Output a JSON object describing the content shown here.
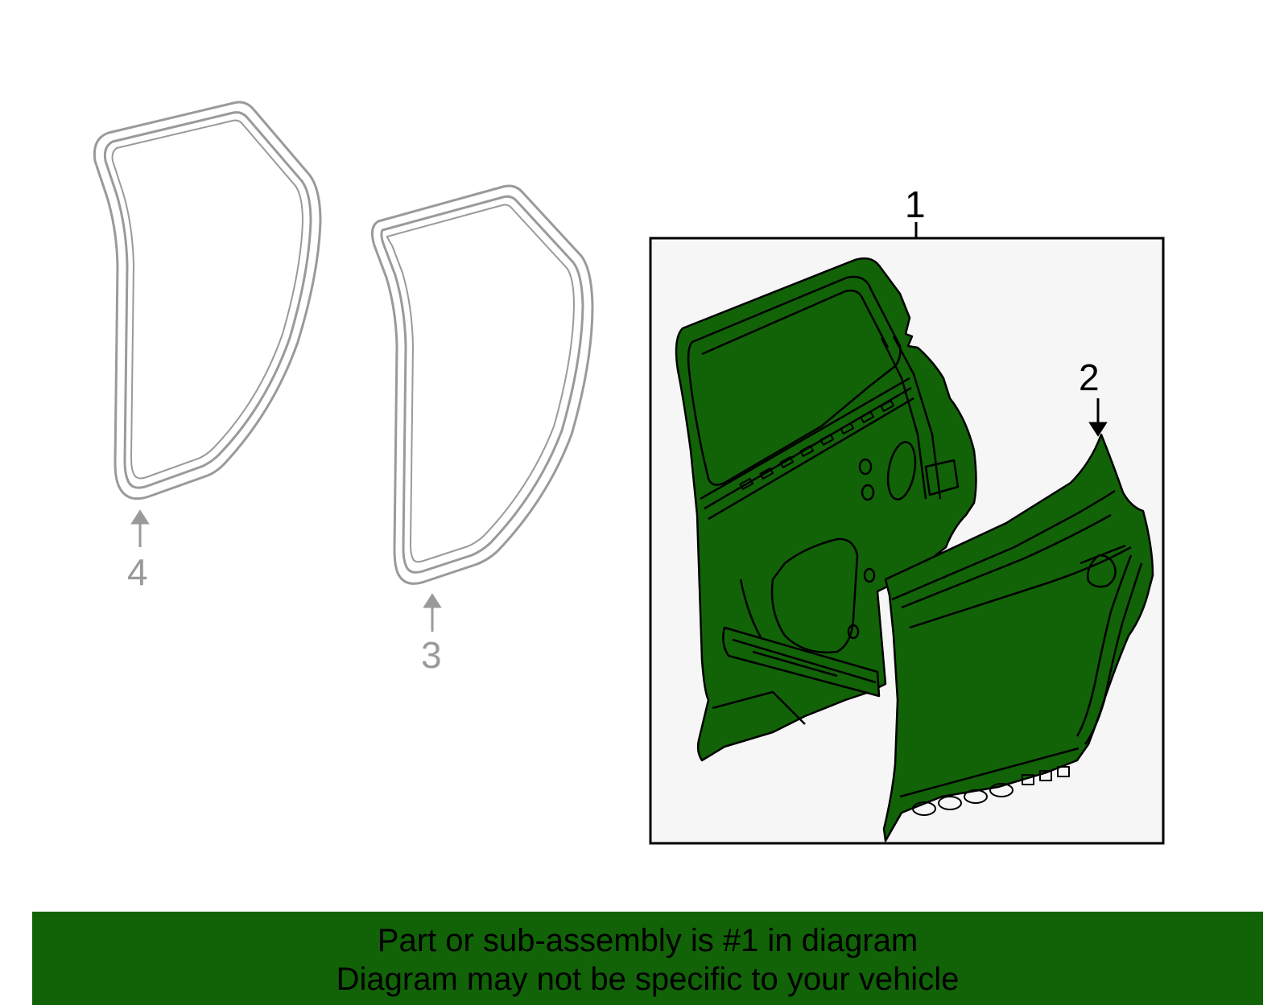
{
  "callouts": {
    "part1": "1",
    "part2": "2",
    "part3": "3",
    "part4": "4"
  },
  "banner": {
    "line1": "Part or sub-assembly is #1 in diagram",
    "line2": "Diagram may not be specific to your vehicle"
  },
  "colors": {
    "highlight": "#126208",
    "seal": "#9a9a9a",
    "outline": "#000000",
    "panel_bg": "#f6f6f6"
  }
}
